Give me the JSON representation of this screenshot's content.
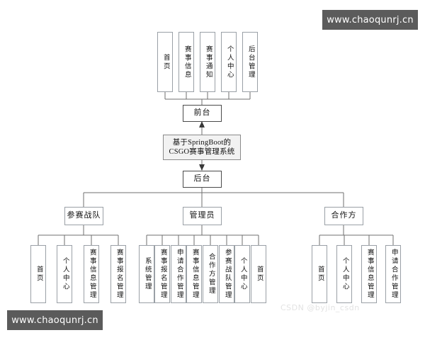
{
  "diagram": {
    "type": "org-chart",
    "title": "基于SpringBoot的\nCSGO赛事管理系统",
    "root_label": "基于SpringBoot的CSGO赛事管理系统",
    "frontend": {
      "label": "前台"
    },
    "backend": {
      "label": "后台"
    },
    "frontend_items": [
      {
        "label": "首页"
      },
      {
        "label": "赛事信息"
      },
      {
        "label": "赛事通知"
      },
      {
        "label": "个人中心"
      },
      {
        "label": "后台管理"
      }
    ],
    "backend_groups": [
      {
        "label": "参赛战队",
        "items": [
          {
            "label": "首页"
          },
          {
            "label": "个人中心"
          },
          {
            "label": "赛事信息管理"
          },
          {
            "label": "赛事报名管理"
          }
        ]
      },
      {
        "label": "管理员",
        "items": [
          {
            "label": "系统管理"
          },
          {
            "label": "赛事报名管理"
          },
          {
            "label": "申请合作管理"
          },
          {
            "label": "赛事信息管理"
          },
          {
            "label": "合作方管理"
          },
          {
            "label": "参赛战队管理"
          },
          {
            "label": "个人中心"
          },
          {
            "label": "首页"
          }
        ]
      },
      {
        "label": "合作方",
        "items": [
          {
            "label": "首页"
          },
          {
            "label": "个人中心"
          },
          {
            "label": "赛事信息管理"
          },
          {
            "label": "申请合作管理"
          }
        ]
      }
    ]
  },
  "watermarks": {
    "top_right": "www.chaoqunrj.cn",
    "bottom_left": "www.chaoqunrj.cn",
    "faint": "CSDN @byjin_csdn"
  },
  "colors": {
    "line": "#8a8a8a",
    "box_border": "#9aa0a6",
    "box_border_strong": "#4a4a4a",
    "title_fill": "#f2f2f2",
    "watermark_bg": "#5b5b5b",
    "watermark_text": "#ffffff",
    "background": "#ffffff"
  }
}
